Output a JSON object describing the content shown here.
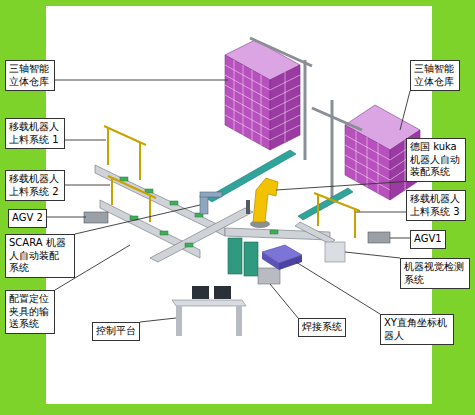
{
  "diagram": {
    "nodes": [
      {
        "text": [
          "三轴智能 立体仓库"
        ]
      },
      {
        "text": [
          "三轴智能 立体仓库"
        ]
      },
      {
        "text": [
          "移载机器人 上料系统 1"
        ]
      },
      {
        "text": [
          "德国 kuka 机器人自动 装配系统"
        ]
      },
      {
        "text": [
          "移载机器人 上料系统 2"
        ]
      },
      {
        "text": [
          "移载机器人 上料系统 3"
        ]
      },
      {
        "text": [
          "AGV 2"
        ]
      },
      {
        "text": [
          "AGV1"
        ]
      },
      {
        "text": [
          "SCARA 机器 人自动装配 系统"
        ]
      },
      {
        "text": [
          "机器视觉检测 系统"
        ]
      },
      {
        "text": [
          "配置定位 夹具的输 送系统"
        ]
      },
      {
        "text": [
          "控制平台"
        ]
      },
      {
        "text": [
          "焊接系统"
        ]
      },
      {
        "text": [
          "XY直角坐标机 器人"
        ]
      }
    ]
  }
}
